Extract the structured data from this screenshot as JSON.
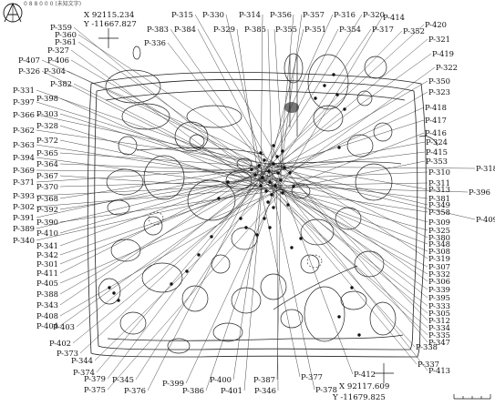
{
  "header": {
    "text": "0 8 8 0 0 0 (未知文字)"
  },
  "north_arrow": {
    "icon": "north-arrow-icon"
  },
  "coords": {
    "top_x": "X  92115.234",
    "top_y": "Y -11667.827",
    "bottom_x": "X  92117.609",
    "bottom_y": "Y -11679.825"
  },
  "scale_bar": {
    "icon": "scale-bar-icon"
  },
  "labels": [
    "P-359",
    "P-360",
    "P-361",
    "P-327",
    "P-407",
    "P-406",
    "P-326",
    "P-304",
    "P-382",
    "P-331",
    "P-397",
    "P-398",
    "P-366",
    "P-303",
    "P-328",
    "P-362",
    "P-372",
    "P-363",
    "P-365",
    "P-394",
    "P-364",
    "P-369",
    "P-367",
    "P-371",
    "P-370",
    "P-393",
    "P-368",
    "P-302",
    "P-392",
    "P-391",
    "P-390",
    "P-389",
    "P-410",
    "P-340",
    "P-341",
    "P-342",
    "P-301",
    "P-411",
    "P-405",
    "P-388",
    "P-343",
    "P-408",
    "P-404",
    "P-403",
    "P-402",
    "P-373",
    "P-344",
    "P-374",
    "P-379",
    "P-375",
    "P-345",
    "P-376",
    "P-399",
    "P-386",
    "P-400",
    "P-401",
    "P-387",
    "P-346",
    "P-377",
    "P-378",
    "P-412",
    "P-413",
    "P-337",
    "P-338",
    "P-315",
    "P-330",
    "P-314",
    "P-356",
    "P-357",
    "P-316",
    "P-320",
    "P-383",
    "P-384",
    "P-329",
    "P-385",
    "P-355",
    "P-351",
    "P-354",
    "P-317",
    "P-414",
    "P-352",
    "P-420",
    "P-336",
    "P-321",
    "P-419",
    "P-322",
    "P-350",
    "P-323",
    "P-418",
    "P-417",
    "P-416",
    "P-324",
    "P-415",
    "P-353",
    "P-318",
    "P-310",
    "P-311",
    "P-313",
    "P-396",
    "P-381",
    "P-349",
    "P-358",
    "P-409",
    "P-309",
    "P-325",
    "P-380",
    "P-348",
    "P-308",
    "P-319",
    "P-307",
    "P-332",
    "P-306",
    "P-339",
    "P-395",
    "P-333",
    "P-305",
    "P-312",
    "P-334",
    "P-335",
    "P-347"
  ]
}
